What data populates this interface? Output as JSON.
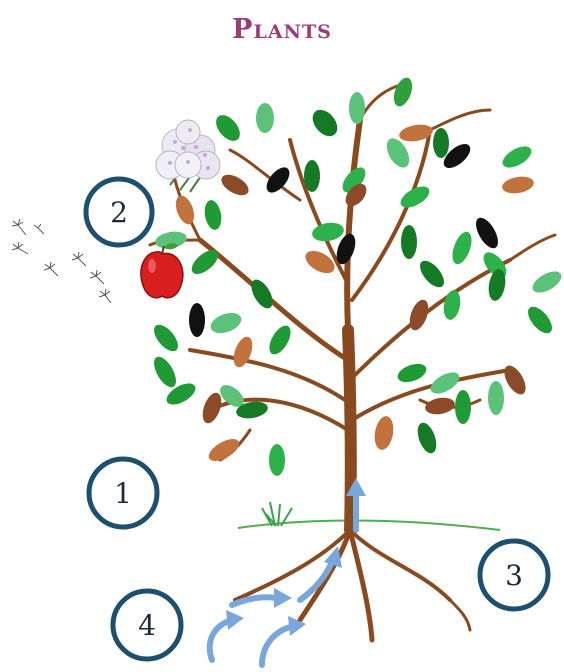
{
  "title": "Plants",
  "labels": {
    "n1": "1",
    "n2": "2",
    "n3": "3",
    "n4": "4"
  },
  "icons": {
    "flower": "flower-cluster-icon",
    "apple": "apple-icon",
    "seeds": "dandelion-seeds-icon",
    "grass": "grass-icon"
  },
  "colors": {
    "title": "#9b3b7d",
    "circle": "#1d4f6e",
    "trunk": "#8a4a1f",
    "arrow": "#7aa7db",
    "leaf_green": "#1f9a35",
    "leaf_light": "#5cc27a",
    "leaf_brown": "#c2733d",
    "leaf_black": "#111111",
    "ground": "#4caf50"
  }
}
